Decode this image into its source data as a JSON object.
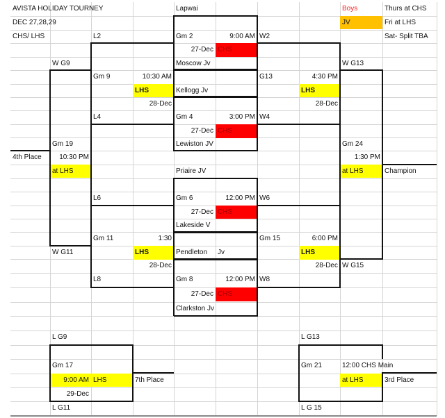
{
  "header": {
    "title": "AVISTA HOLIDAY TOURNEY",
    "dates": "DEC 27,28,29",
    "venues": "CHS/ LHS"
  },
  "legend": {
    "boys": "Boys",
    "jv": "JV",
    "thurs": "Thurs at CHS",
    "fri": "Fri at LHS",
    "sat": "Sat- Split TBA"
  },
  "colors": {
    "chs": "#ff0000",
    "lhs": "#ffff00",
    "jv": "#ffc000",
    "boys": "#ff2020"
  },
  "teams": {
    "t1": "Lapwai",
    "t2": "Moscow Jv",
    "t3": "Kellogg Jv",
    "t4": "Lewiston JV",
    "t5": "Priaire JV",
    "t6": "Lakeside V",
    "t7a": "Pendleton",
    "t7b": "Jv",
    "t8": "Clarkston Jv"
  },
  "first_round": [
    {
      "game": "Gm 2",
      "time": "9:00 AM",
      "date": "27-Dec",
      "venue": "CHS",
      "loser": "L2",
      "winner": "W2"
    },
    {
      "game": "Gm 4",
      "time": "3:00 PM",
      "date": "27-Dec",
      "venue": "CHS",
      "loser": "L4",
      "winner": "W4"
    },
    {
      "game": "Gm 6",
      "time": "12:00 PM",
      "date": "27-Dec",
      "venue": "CHS",
      "loser": "L6",
      "winner": "W6"
    },
    {
      "game": "Gm 8",
      "time": "12:00 PM",
      "date": "27-Dec",
      "venue": "CHS",
      "loser": "L8",
      "winner": "W8"
    }
  ],
  "second_round": {
    "g9": {
      "game": "Gm 9",
      "time": "10:30 AM",
      "venue": "LHS",
      "date": "28-Dec",
      "winner": "W G9",
      "loser": "L G9"
    },
    "g11": {
      "game": "Gm 11",
      "time": "1:30",
      "venue": "LHS",
      "date": "28-Dec",
      "winner": "W G11",
      "loser": "L G11"
    },
    "g13": {
      "game": "G13",
      "time": "4:30 PM",
      "venue": "LHS",
      "date": "28-Dec",
      "winner": "W G13",
      "loser": "L G13"
    },
    "g15": {
      "game": "Gm 15",
      "time": "6:00 PM",
      "venue": "LHS",
      "date": "28-Dec",
      "winner": "W G15",
      "loser": "L G 15"
    }
  },
  "finals": {
    "g19": {
      "game": "Gm 19",
      "time": "10:30 PM",
      "venue": "at LHS",
      "result": "4th Place"
    },
    "g24": {
      "game": "Gm 24",
      "time": "1:30 PM",
      "venue": "at LHS",
      "result": "Champion"
    },
    "g17": {
      "game": "Gm 17",
      "time": "9:00 AM",
      "venue": "LHS",
      "date": "29-Dec",
      "result": "7th Place"
    },
    "g21": {
      "game": "Gm 21",
      "time": "12:00 CHS Main",
      "venue": "at LHS",
      "result": "3rd Place"
    }
  }
}
